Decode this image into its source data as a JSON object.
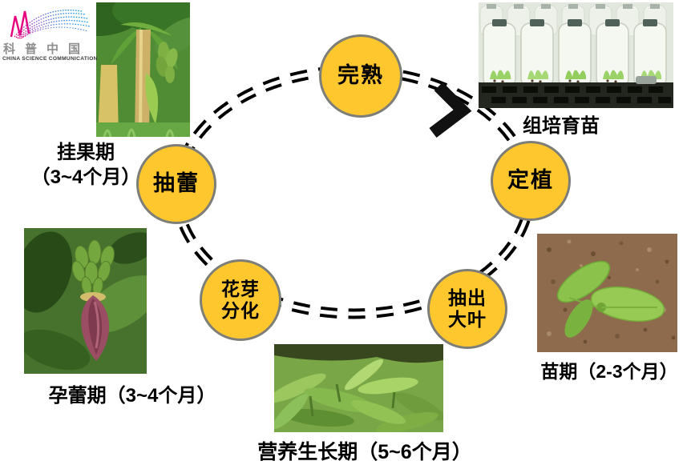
{
  "logo": {
    "title": "科普中国",
    "subtitle": "CHINA SCIENCE COMMUNICATION"
  },
  "cycle": {
    "stages": {
      "ripening": {
        "label": "完熟"
      },
      "transplant": {
        "label": "定植"
      },
      "big_leaves": {
        "line1": "抽出",
        "line2": "大叶"
      },
      "flower_bud": {
        "line1": "花芽",
        "line2": "分化"
      },
      "budding": {
        "label": "抽蕾"
      }
    },
    "direction_arrow": "clockwise"
  },
  "captions": {
    "fruiting_line1": "挂果期",
    "fruiting_line2": "（3~4个月）",
    "tissue_culture": "组培育苗",
    "seedling": "苗期（2-3个月）",
    "vegetative": "营养生长期（5~6个月）",
    "bud_period": "孕蕾期（3~4个月）"
  },
  "colors": {
    "stage_fill": "#FFC72E",
    "stage_border": "#7E7E78",
    "dash": "#000000",
    "text": "#000000"
  }
}
